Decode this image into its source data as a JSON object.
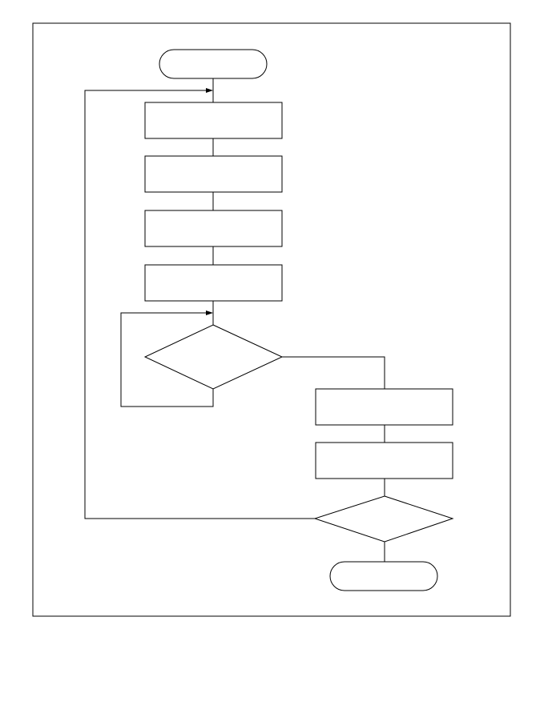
{
  "diagram": {
    "stroke_color": "#000000",
    "background_color": "#ffffff",
    "nodes": [
      {
        "id": "start",
        "shape": "terminator",
        "label": ""
      },
      {
        "id": "step-1",
        "shape": "process",
        "label": ""
      },
      {
        "id": "step-2",
        "shape": "process",
        "label": ""
      },
      {
        "id": "step-3",
        "shape": "process",
        "label": ""
      },
      {
        "id": "step-4",
        "shape": "process",
        "label": ""
      },
      {
        "id": "decision-1",
        "shape": "decision",
        "label": ""
      },
      {
        "id": "step-5",
        "shape": "process",
        "label": ""
      },
      {
        "id": "step-6",
        "shape": "process",
        "label": ""
      },
      {
        "id": "decision-2",
        "shape": "decision",
        "label": ""
      },
      {
        "id": "end",
        "shape": "terminator",
        "label": ""
      }
    ],
    "edges": [
      {
        "from": "start",
        "to": "step-1"
      },
      {
        "from": "step-1",
        "to": "step-2"
      },
      {
        "from": "step-2",
        "to": "step-3"
      },
      {
        "from": "step-3",
        "to": "step-4"
      },
      {
        "from": "step-4",
        "to": "decision-1"
      },
      {
        "from": "decision-1",
        "to": "decision-1",
        "kind": "loop-back"
      },
      {
        "from": "decision-1",
        "to": "step-5"
      },
      {
        "from": "step-5",
        "to": "step-6"
      },
      {
        "from": "step-6",
        "to": "decision-2"
      },
      {
        "from": "decision-2",
        "to": "step-1",
        "kind": "loop-back"
      },
      {
        "from": "decision-2",
        "to": "end"
      }
    ]
  }
}
